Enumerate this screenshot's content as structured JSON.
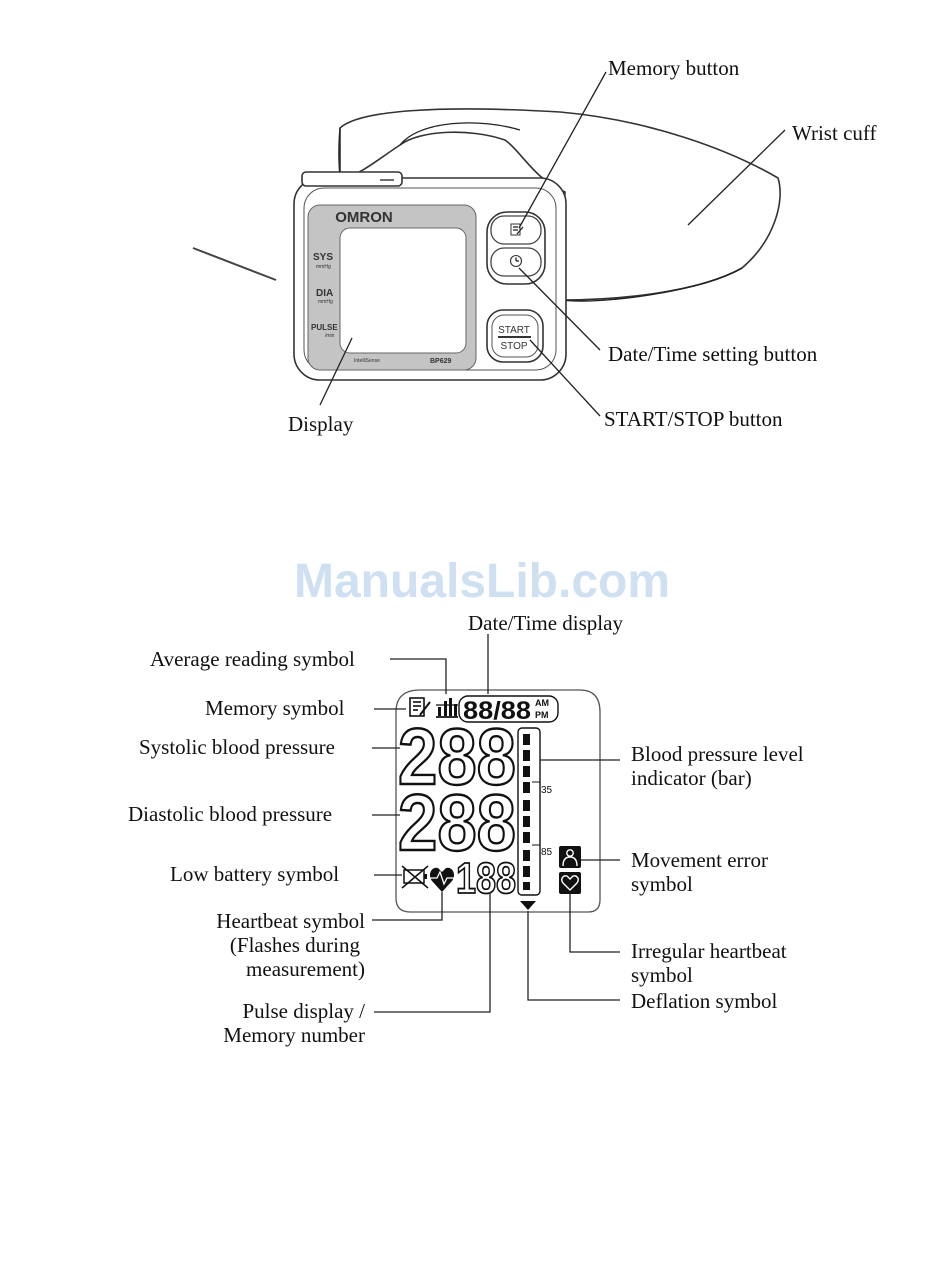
{
  "device": {
    "brand": "OMRON",
    "side_labels": {
      "sys": "SYS",
      "sys_unit": "mmHg",
      "dia": "DIA",
      "dia_unit": "mmHg",
      "pulse": "PULSE",
      "pulse_unit": "/min"
    },
    "model": "BP629",
    "intellisense_line1": "IntelliSense",
    "intellisense_line2": "",
    "start_label": "START",
    "stop_label": "STOP"
  },
  "callouts_top": {
    "memory_button": "Memory button",
    "wrist_cuff": "Wrist cuff",
    "date_time_button": "Date/Time setting button",
    "start_stop_button": "START/STOP button",
    "display": "Display"
  },
  "watermark": "ManualsLib.com",
  "lcd": {
    "datetime_digits": "88/88",
    "am": "AM",
    "pm": "PM",
    "sys_digits": "288",
    "dia_digits": "288",
    "pulse_digits": "188",
    "tick_35": "35",
    "tick_85": "85"
  },
  "callouts_bottom": {
    "date_time_display": "Date/Time display",
    "average_reading": "Average reading symbol",
    "memory_symbol": "Memory symbol",
    "systolic": "Systolic blood pressure",
    "diastolic": "Diastolic blood pressure",
    "low_battery": "Low battery symbol",
    "heartbeat_line1": "Heartbeat symbol",
    "heartbeat_line2": "(Flashes during",
    "heartbeat_line3": "measurement)",
    "pulse_line1": "Pulse display /",
    "pulse_line2": "Memory number",
    "bp_level_line1": "Blood pressure level",
    "bp_level_line2": "indicator (bar)",
    "movement_line1": "Movement error",
    "movement_line2": "symbol",
    "irregular_line1": "Irregular heartbeat",
    "irregular_line2": "symbol",
    "deflation": "Deflation symbol"
  }
}
